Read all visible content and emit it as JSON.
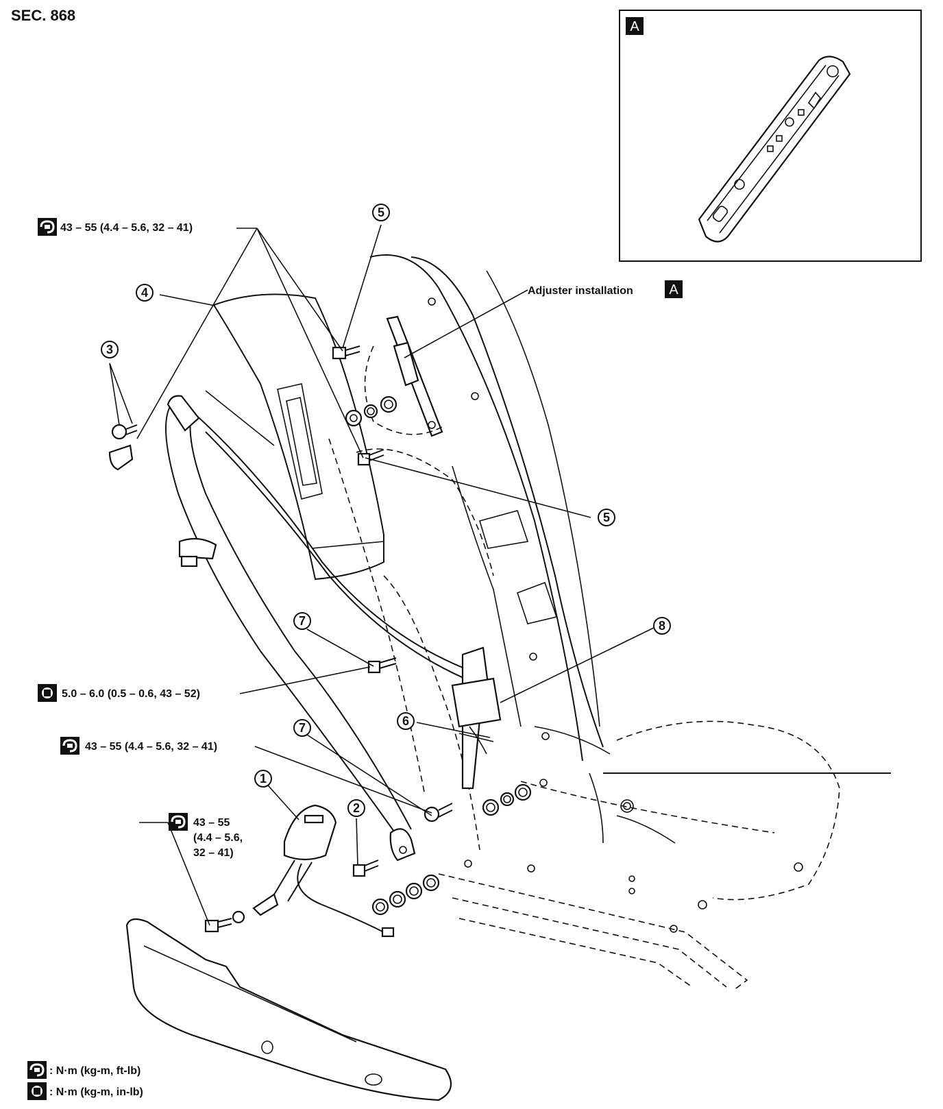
{
  "section": "SEC. 868",
  "inset": {
    "tag": "A"
  },
  "callouts": {
    "adjuster_text": "Adjuster installation",
    "adjuster_tag": "A"
  },
  "torque_specs": {
    "t1": "43 – 55 (4.4 – 5.6, 32 – 41)",
    "t2": "5.0 – 6.0 (0.5 – 0.6, 43 – 52)",
    "t3": "43 – 55 (4.4 – 5.6, 32 – 41)",
    "t4_line1": "43 – 55",
    "t4_line2": "(4.4 – 5.6,",
    "t4_line3": "32 – 41)"
  },
  "part_numbers": {
    "p1": "1",
    "p2": "2",
    "p3": "3",
    "p4": "4",
    "p5a": "5",
    "p5b": "5",
    "p6": "6",
    "p7a": "7",
    "p7b": "7",
    "p8": "8"
  },
  "legend": {
    "item1": ": N·m (kg-m, ft-lb)",
    "item2": ": N·m (kg-m, in-lb)"
  }
}
